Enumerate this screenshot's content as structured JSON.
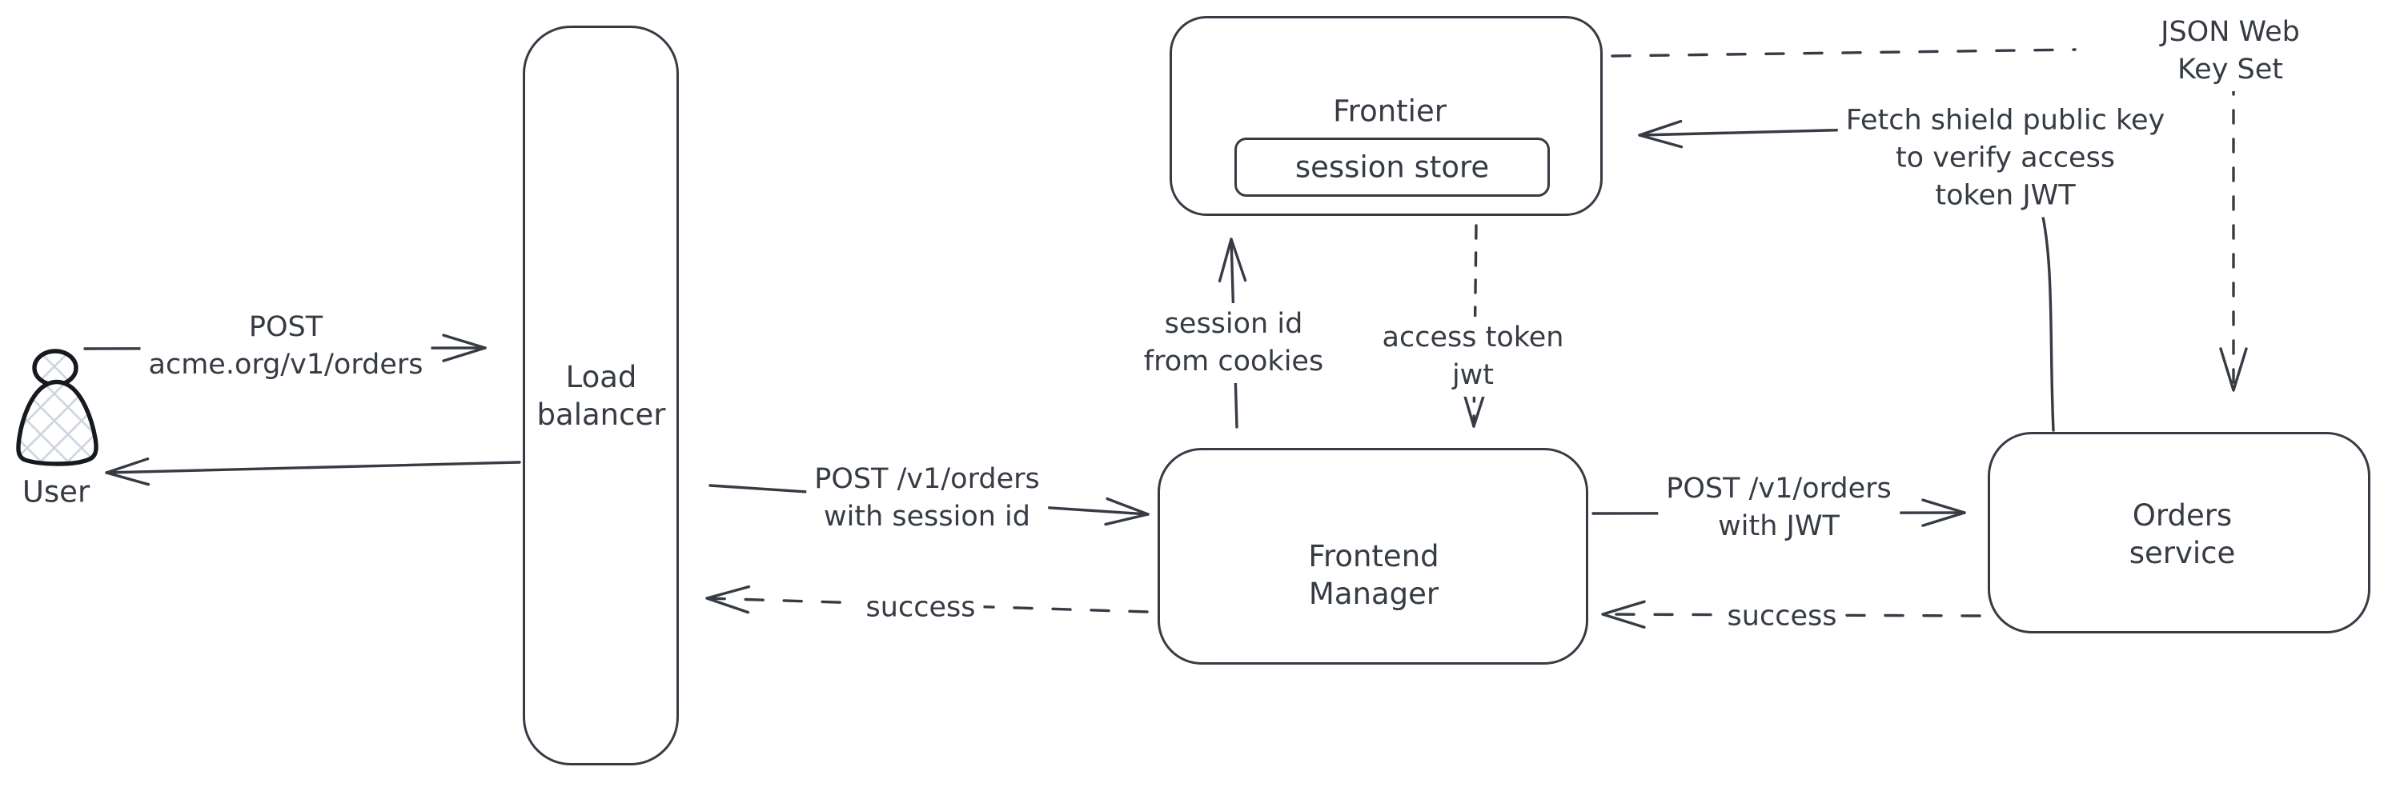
{
  "colors": {
    "ink": "#363b44",
    "user_outline": "#17191e",
    "hatch_fill": "#ccd4dd",
    "background": "#ffffff"
  },
  "nodes": {
    "user": {
      "label": "User"
    },
    "load_balancer": {
      "label": "Load\nbalancer"
    },
    "frontier": {
      "label": "Frontier"
    },
    "session_store": {
      "label": "session store"
    },
    "frontend_manager": {
      "label": "Frontend\nManager"
    },
    "orders_service": {
      "label": "Orders service"
    }
  },
  "edge_labels": {
    "post_acme": "POST\nacme.org/v1/orders",
    "post_session": "POST /v1/orders\nwith session id",
    "success_lb": "success",
    "post_jwt": "POST /v1/orders\nwith JWT",
    "success_orders": "success",
    "session_id": "session id\nfrom cookies",
    "access_token": "access token\njwt",
    "fetch_key": "Fetch shield public key\nto verify access\ntoken JWT",
    "jwks": "JSON Web Key Set"
  }
}
